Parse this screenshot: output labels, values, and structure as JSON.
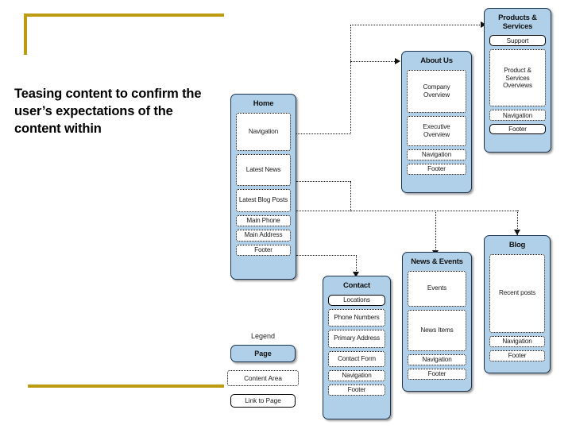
{
  "slide": {
    "headline": "Teasing content to confirm the user’s expectations of the content within",
    "accent_color": "#bd9c12",
    "page_fill_color": "#b0cfe8",
    "page_border_color": "#1c3550"
  },
  "legend": {
    "title": "Legend",
    "page_label": "Page",
    "content_area_label": "Content Area",
    "link_to_page_label": "Link to Page"
  },
  "sitemap": {
    "pages": [
      {
        "id": "home",
        "title": "Home",
        "slots": [
          {
            "label": "Navigation",
            "type": "content"
          },
          {
            "label": "Latest News",
            "type": "content"
          },
          {
            "label": "Latest Blog Posts",
            "type": "content"
          },
          {
            "label": "Main Phone",
            "type": "content"
          },
          {
            "label": "Main Address",
            "type": "content"
          },
          {
            "label": "Footer",
            "type": "content"
          }
        ]
      },
      {
        "id": "about-us",
        "title": "About Us",
        "slots": [
          {
            "label": "Company Overview",
            "type": "content"
          },
          {
            "label": "Executive Overview",
            "type": "content"
          },
          {
            "label": "Navigation",
            "type": "content"
          },
          {
            "label": "Footer",
            "type": "content"
          }
        ]
      },
      {
        "id": "products-services",
        "title": "Products & Services",
        "slots": [
          {
            "label": "Support",
            "type": "link"
          },
          {
            "label": "Product & Services Overviews",
            "type": "content"
          },
          {
            "label": "Navigation",
            "type": "content"
          },
          {
            "label": "Footer",
            "type": "link"
          }
        ]
      },
      {
        "id": "contact",
        "title": "Contact",
        "slots": [
          {
            "label": "Locations",
            "type": "link"
          },
          {
            "label": "Phone Numbers",
            "type": "content"
          },
          {
            "label": "Primary Address",
            "type": "content"
          },
          {
            "label": "Contact Form",
            "type": "content"
          },
          {
            "label": "Navigation",
            "type": "content"
          },
          {
            "label": "Footer",
            "type": "content"
          }
        ]
      },
      {
        "id": "news-events",
        "title": "News & Events",
        "slots": [
          {
            "label": "Events",
            "type": "content"
          },
          {
            "label": "News Items",
            "type": "content"
          },
          {
            "label": "Navigation",
            "type": "content"
          },
          {
            "label": "Footer",
            "type": "content"
          }
        ]
      },
      {
        "id": "blog",
        "title": "Blog",
        "slots": [
          {
            "label": "Recent posts",
            "type": "content"
          },
          {
            "label": "Navigation",
            "type": "content"
          },
          {
            "label": "Footer",
            "type": "content"
          }
        ]
      }
    ]
  }
}
